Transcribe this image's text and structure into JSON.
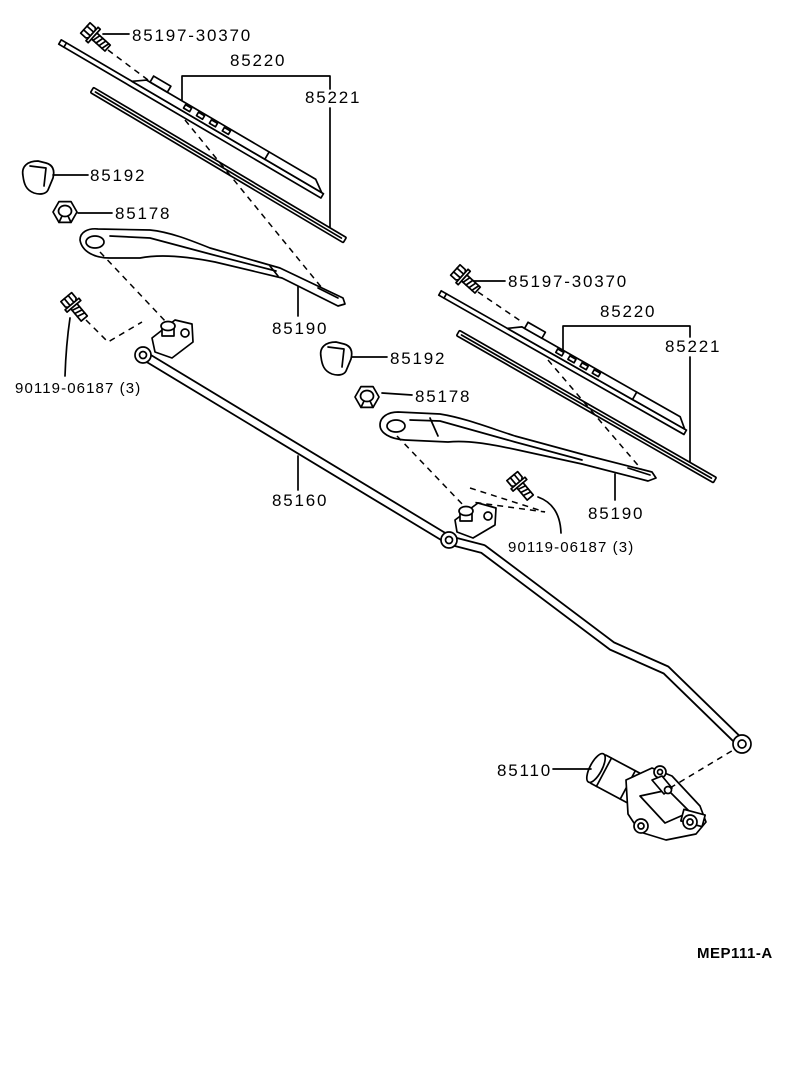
{
  "diagram_code": "MEP111-A",
  "colors": {
    "line": "#000000",
    "background": "#ffffff"
  },
  "left": {
    "blade_bolt": "85197-30370",
    "blade_assembly": "85220",
    "blade_refill": "85221",
    "arm_cap": "85192",
    "arm_nut": "85178",
    "arm": "85190",
    "pivot_bolt": "90119-06187 (3)"
  },
  "right": {
    "blade_bolt": "85197-30370",
    "blade_assembly": "85220",
    "blade_refill": "85221",
    "arm_cap": "85192",
    "arm_nut": "85178",
    "arm": "85190",
    "pivot_bolt": "90119-06187 (3)"
  },
  "link": "85160",
  "motor": "85110"
}
